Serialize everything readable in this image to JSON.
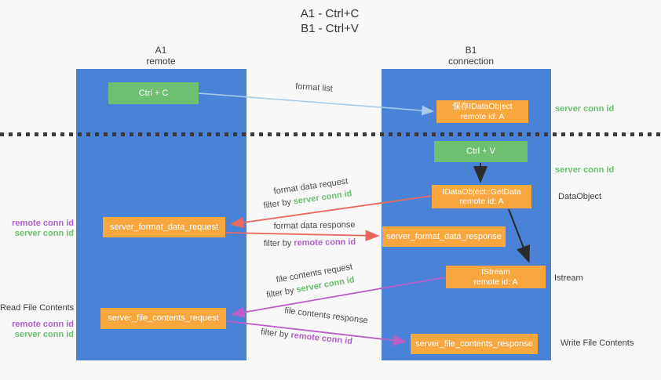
{
  "title": {
    "line1": "A1 - Ctrl+C",
    "line2": "B1 - Ctrl+V"
  },
  "lifelines": {
    "left": {
      "name": "A1",
      "role": "remote"
    },
    "right": {
      "name": "B1",
      "role": "connection"
    }
  },
  "nodes": {
    "ctrl_c": {
      "label": "Ctrl + C"
    },
    "ctrl_v": {
      "label": "Ctrl + V"
    },
    "save_dataobject": {
      "line1": "保存IDataObject",
      "line2": "remote id: A"
    },
    "getdata": {
      "line1": "IDataObject::GetData",
      "line2": "remote id: A"
    },
    "istream": {
      "line1": "IStream",
      "line2": "remote id: A"
    },
    "format_request": {
      "label": "server_format_data_request"
    },
    "format_response": {
      "label": "server_format_data_response"
    },
    "file_request": {
      "label": "server_file_contents_request"
    },
    "file_response": {
      "label": "server_file_contents_response"
    }
  },
  "annotations": {
    "server_conn_id_top": "server conn id",
    "server_conn_id_mid": "server conn id",
    "dataobject": "DataObject",
    "istream": "Istream",
    "write_file_contents": "Write File Contents",
    "read_file_contents": "Read File Contents",
    "remote_conn_id_1": "remote conn id",
    "server_conn_id_1": "server conn id",
    "remote_conn_id_2": "remote conn id",
    "server_conn_id_2": "server conn id"
  },
  "arrow_labels": {
    "format_list": "format list",
    "format_data_request": "format data request",
    "filter_by_prefix_1": "filter by ",
    "filter_by_value_1": "server conn id",
    "format_data_response": "format data response",
    "filter_by_prefix_2": "filter by ",
    "filter_by_value_2": "remote conn id",
    "file_contents_request": "file contents request",
    "filter_by_prefix_3": "filter by ",
    "filter_by_value_3": "server conn id",
    "file_contents_response": "file contents response",
    "filter_by_prefix_4": "filter by ",
    "filter_by_value_4": "remote conn id"
  },
  "colors": {
    "bg": "#f8f8f8",
    "blue": "#4a82d8",
    "green": "#6fbf72",
    "orange": "#f8a73e",
    "green-text": "#6abf6e",
    "purple-text": "#b15fc8",
    "red-arrow": "#e8685f",
    "magenta-arrow": "#ba5fc8",
    "lightblue-arrow": "#a8cbe8",
    "black-arrow": "#2b2b2b"
  }
}
